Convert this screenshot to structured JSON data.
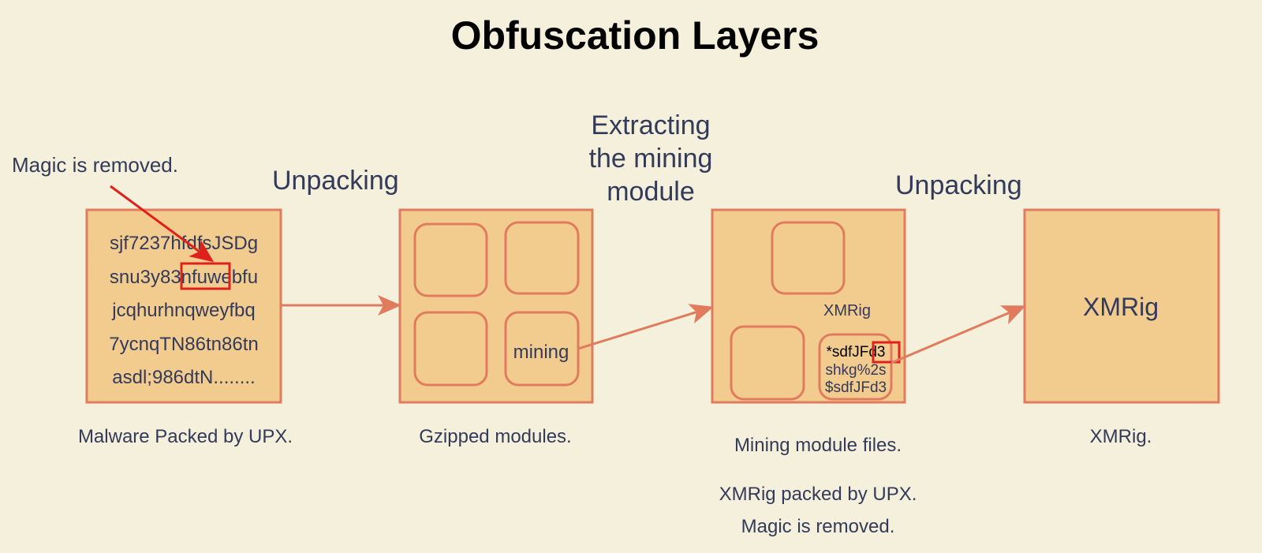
{
  "title": "Obfuscation Layers",
  "annotations": {
    "magic_removed": "Magic is removed.",
    "unpacking_1": "Unpacking",
    "extracting": [
      "Extracting",
      "the mining",
      "module"
    ],
    "unpacking_2": "Unpacking"
  },
  "stage1": {
    "lines": [
      "sjf7237hfdfsJSDg",
      "snu3y83nfuwebfu",
      "jcqhurhnqweyfbq",
      "7ycnqTN86tn86tn",
      "asdl;986dtN........"
    ],
    "highlight": "nfuw",
    "caption": "Malware Packed by UPX."
  },
  "stage2": {
    "module_label": "mining",
    "caption": "Gzipped modules."
  },
  "stage3": {
    "xmrig_label": "XMRig",
    "file_lines": [
      "*sdfJFd3",
      "shkg%2s",
      "$sdfJFd3"
    ],
    "captions": [
      "Mining module files.",
      "XMRig packed by UPX.",
      "Magic is removed."
    ]
  },
  "stage4": {
    "label": "XMRig",
    "caption": "XMRig."
  },
  "colors": {
    "background": "#f4f0dc",
    "box_fill": "#f2cb8e",
    "box_stroke": "#e07b5e",
    "highlight": "#e0201c",
    "text": "#333a5a"
  }
}
